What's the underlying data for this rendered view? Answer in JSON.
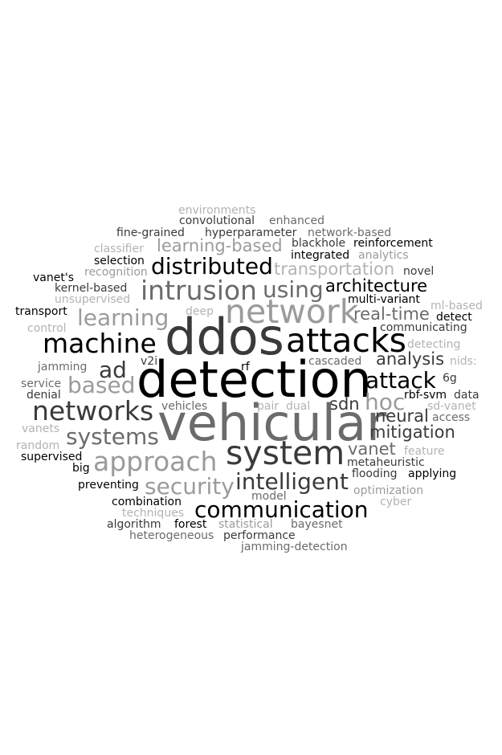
{
  "palette": {
    "black": "#000000",
    "dark": "#3a3a3a",
    "mid": "#6b6b6b",
    "light": "#9b9b9b",
    "faint": "#b3b3b3"
  },
  "words": [
    "environments",
    "convolutional",
    "enhanced",
    "fine-grained",
    "hyperparameter",
    "network-based",
    "classifier",
    "learning-based",
    "blackhole",
    "reinforcement",
    "selection",
    "integrated",
    "analytics",
    "recognition",
    "distributed",
    "transportation",
    "novel",
    "vanet's",
    "kernel-based",
    "intrusion",
    "using",
    "architecture",
    "unsupervised",
    "multi-variant",
    "network",
    "ml-based",
    "transport",
    "deep",
    "real-time",
    "detect",
    "control",
    "learning",
    "communicating",
    "machine",
    "ddos",
    "attacks",
    "detecting",
    "jamming",
    "v2i",
    "rf",
    "cascaded",
    "analysis",
    "nids:",
    "service",
    "ad",
    "6g",
    "denial",
    "based",
    "detection",
    "attack",
    "rbf-svm",
    "data",
    "networks",
    "vehicles",
    "pair",
    "dual",
    "sdn",
    "hoc",
    "sd-vanet",
    "vanets",
    "vehicular",
    "neural",
    "access",
    "systems",
    "mitigation",
    "random",
    "vanet",
    "feature",
    "supervised",
    "system",
    "metaheuristic",
    "big",
    "approach",
    "flooding",
    "applying",
    "preventing",
    "security",
    "intelligent",
    "optimization",
    "model",
    "cyber",
    "combination",
    "communication",
    "techniques",
    "algorithm",
    "forest",
    "statistical",
    "bayesnet",
    "heterogeneous",
    "performance",
    "jamming-detection"
  ]
}
